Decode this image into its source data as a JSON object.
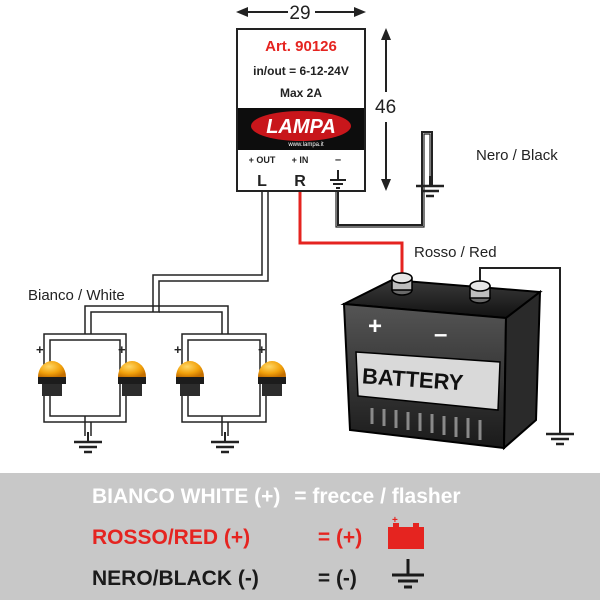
{
  "module": {
    "article": "Art. 90126",
    "voltage": "in/out = 6-12-24V",
    "max_current": "Max 2A",
    "brand": "LAMPA",
    "website": "www.lampa.it",
    "pins": [
      {
        "top": "+ OUT",
        "letter": "L"
      },
      {
        "top": "+ IN",
        "letter": "R"
      },
      {
        "top": "–",
        "letter": "ground-symbol"
      }
    ]
  },
  "dimensions": {
    "width": "29",
    "height": "46"
  },
  "wires": {
    "black_label": "Nero / Black",
    "red_label": "Rosso / Red",
    "white_label": "Bianco / White"
  },
  "battery": {
    "label": "BATTERY",
    "plus": "+",
    "minus": "–"
  },
  "lamp_plus": "+",
  "legend": {
    "row1": {
      "color_label": "BIANCO WHITE (+)",
      "meaning": "= frecce / flasher"
    },
    "row2": {
      "color_label": "ROSSO/RED (+)",
      "meaning": "= (+)",
      "icon": "battery-icon"
    },
    "row3": {
      "color_label": "NERO/BLACK (-)",
      "meaning": "= (-)",
      "icon": "ground-icon"
    }
  },
  "colors": {
    "red": "#e52420",
    "white_text": "#ffffff",
    "black_text": "#1a1a1a",
    "legend_bg": "#c8c8c8",
    "lamp_amber": "#f2a20c"
  }
}
